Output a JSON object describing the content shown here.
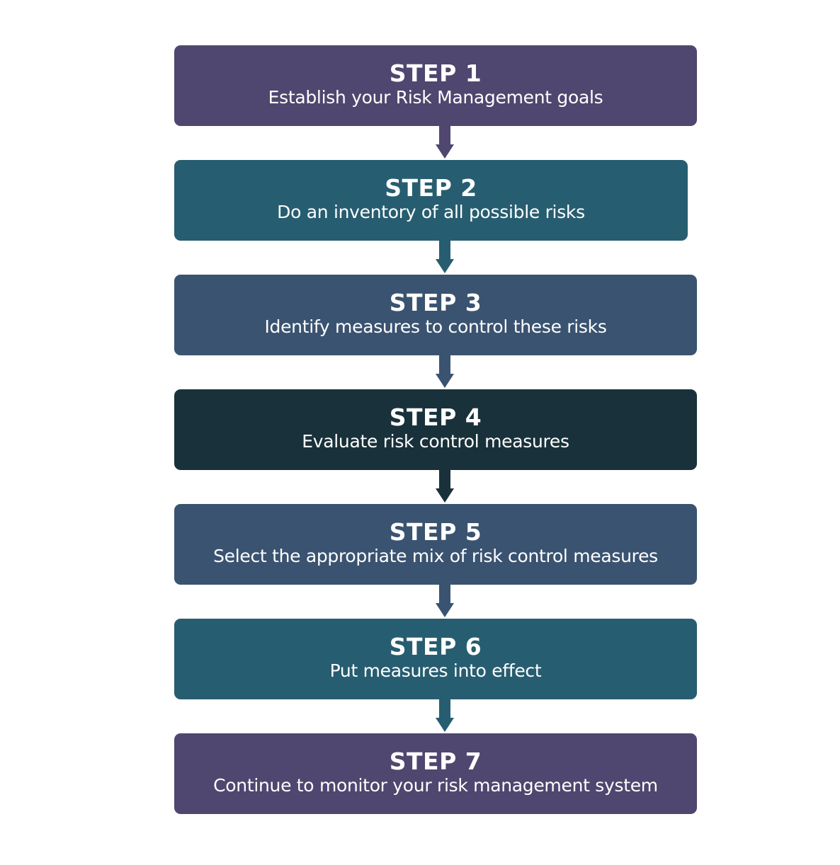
{
  "colors": {
    "purple": "#4f476f",
    "teal": "#275d70",
    "slate": "#3a5370",
    "dark": "#19313b"
  },
  "steps": [
    {
      "title": "STEP 1",
      "description": "Establish your Risk Management goals",
      "color": "#4f476f"
    },
    {
      "title": "STEP 2",
      "description": "Do an inventory of all possible risks",
      "color": "#275d70"
    },
    {
      "title": "STEP 3",
      "description": "Identify measures to control these risks",
      "color": "#3a5370"
    },
    {
      "title": "STEP 4",
      "description": "Evaluate risk control measures",
      "color": "#19313b"
    },
    {
      "title": "STEP 5",
      "description": "Select the appropriate mix of risk control measures",
      "color": "#3a5370"
    },
    {
      "title": "STEP 6",
      "description": "Put measures into effect",
      "color": "#275d70"
    },
    {
      "title": "STEP 7",
      "description": "Continue to monitor your risk management system",
      "color": "#4f476f"
    }
  ]
}
